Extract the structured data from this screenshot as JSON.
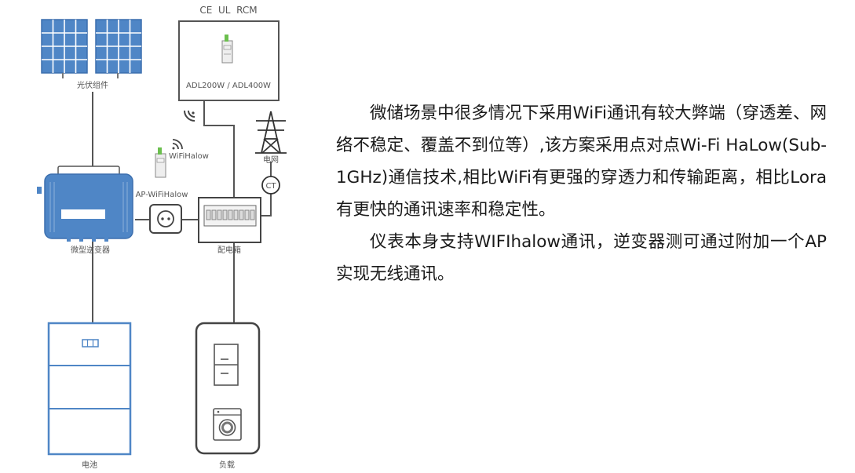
{
  "diagram": {
    "certifications": "CE  UL  RCM",
    "meter_model": "ADL200W / ADL400W",
    "pv_label": "光伏组件",
    "inverter_label": "微型逆变器",
    "wifi_module_label": "WiFiHalow",
    "ap_label": "AP-WiFiHalow",
    "grid_label": "电网",
    "ct_label": "CT",
    "distribution_box_label": "配电箱",
    "battery_label": "电池",
    "load_label": "负载"
  },
  "description": {
    "paragraph1": "微储场景中很多情况下采用WiFi通讯有较大弊端（穿透差、网络不稳定、覆盖不到位等）,该方案采用点对点Wi-Fi HaLow(Sub-1GHz)通信技术,相比WiFi有更强的穿透力和传输距离，相比Lora有更快的通讯速率和稳定性。",
    "paragraph2": "仪表本身支持WIFIhalow通讯，逆变器测可通过附加一个AP实现无线通讯。"
  },
  "colors": {
    "accent_blue": "#4f86c6",
    "line_gray": "#555555"
  },
  "icons": [
    "solar-panel-icon",
    "din-meter-icon",
    "wifi-signal-icon",
    "pylon-icon",
    "socket-icon",
    "washing-machine-icon"
  ]
}
